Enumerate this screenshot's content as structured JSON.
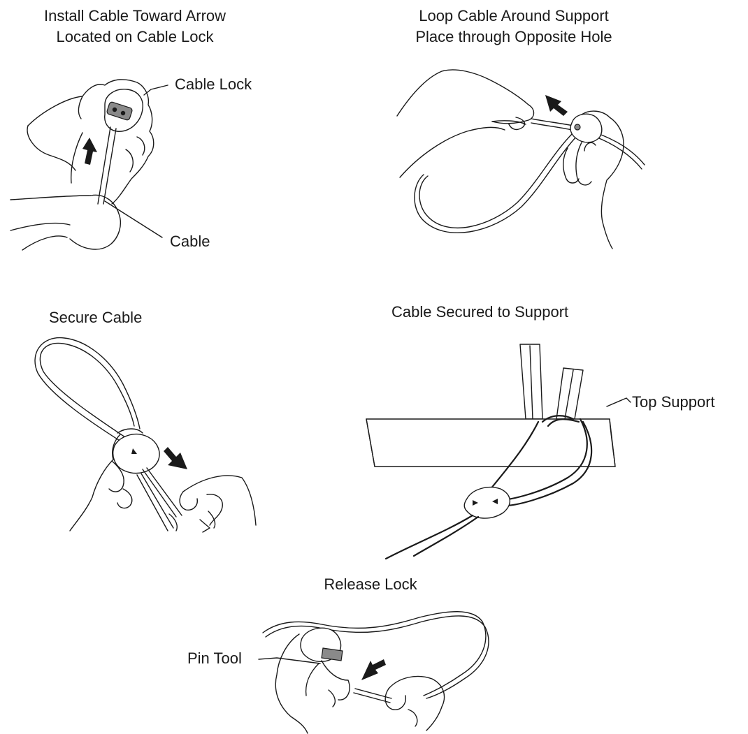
{
  "steps": [
    {
      "caption_lines": [
        "Install Cable Toward Arrow",
        "Located on Cable Lock"
      ],
      "callouts": {
        "cable_lock": "Cable Lock",
        "cable": "Cable"
      }
    },
    {
      "caption_lines": [
        "Loop Cable Around Support",
        "Place through Opposite Hole"
      ]
    },
    {
      "caption_lines": [
        "Secure Cable"
      ]
    },
    {
      "caption_lines": [
        "Cable Secured to Support"
      ],
      "callouts": {
        "top_support": "Top Support"
      }
    },
    {
      "caption_lines": [
        "Release Lock"
      ],
      "callouts": {
        "pin_tool": "Pin Tool"
      }
    }
  ],
  "icons": {
    "direction_arrow": "filled-arrow-icon",
    "cable_lock": "cable-lock-icon"
  },
  "colors": {
    "line": "#1a1a1a",
    "background": "#ffffff"
  }
}
